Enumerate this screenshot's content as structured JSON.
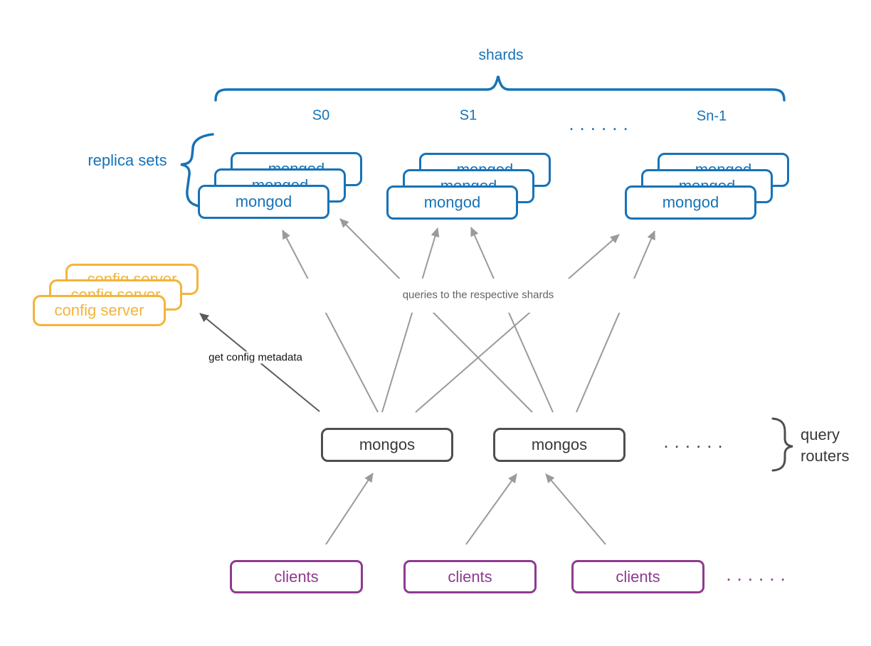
{
  "colors": {
    "shard_blue": "#1673b8",
    "config_gold": "#f3b43a",
    "client_purple": "#8e3a8f",
    "router_dark": "#4f4f4f",
    "arrow_gray": "#9a9a9a",
    "arrow_dark": "#5a5a5a"
  },
  "header": {
    "shards_label": "shards",
    "shard_ids": [
      "S0",
      "S1",
      "Sn-1"
    ],
    "ellipsis": "......"
  },
  "replica_sets": {
    "label": "replica sets"
  },
  "shards": [
    {
      "id": "S0",
      "members": [
        "mongod",
        "mongod",
        "mongod"
      ]
    },
    {
      "id": "S1",
      "members": [
        "mongod",
        "mongod",
        "mongod"
      ]
    },
    {
      "id": "Sn-1",
      "members": [
        "mongod",
        "mongod",
        "mongod"
      ]
    }
  ],
  "config_servers": {
    "members": [
      "config server",
      "config server",
      "config server"
    ]
  },
  "query_routers": {
    "members": [
      "mongos",
      "mongos"
    ],
    "ellipsis": "......",
    "brace_label_line1": "query",
    "brace_label_line2": "routers"
  },
  "clients": {
    "members": [
      "clients",
      "clients",
      "clients"
    ],
    "ellipsis": "......"
  },
  "annotations": {
    "queries": "queries to the respective shards",
    "config_metadata": "get config metadata"
  }
}
